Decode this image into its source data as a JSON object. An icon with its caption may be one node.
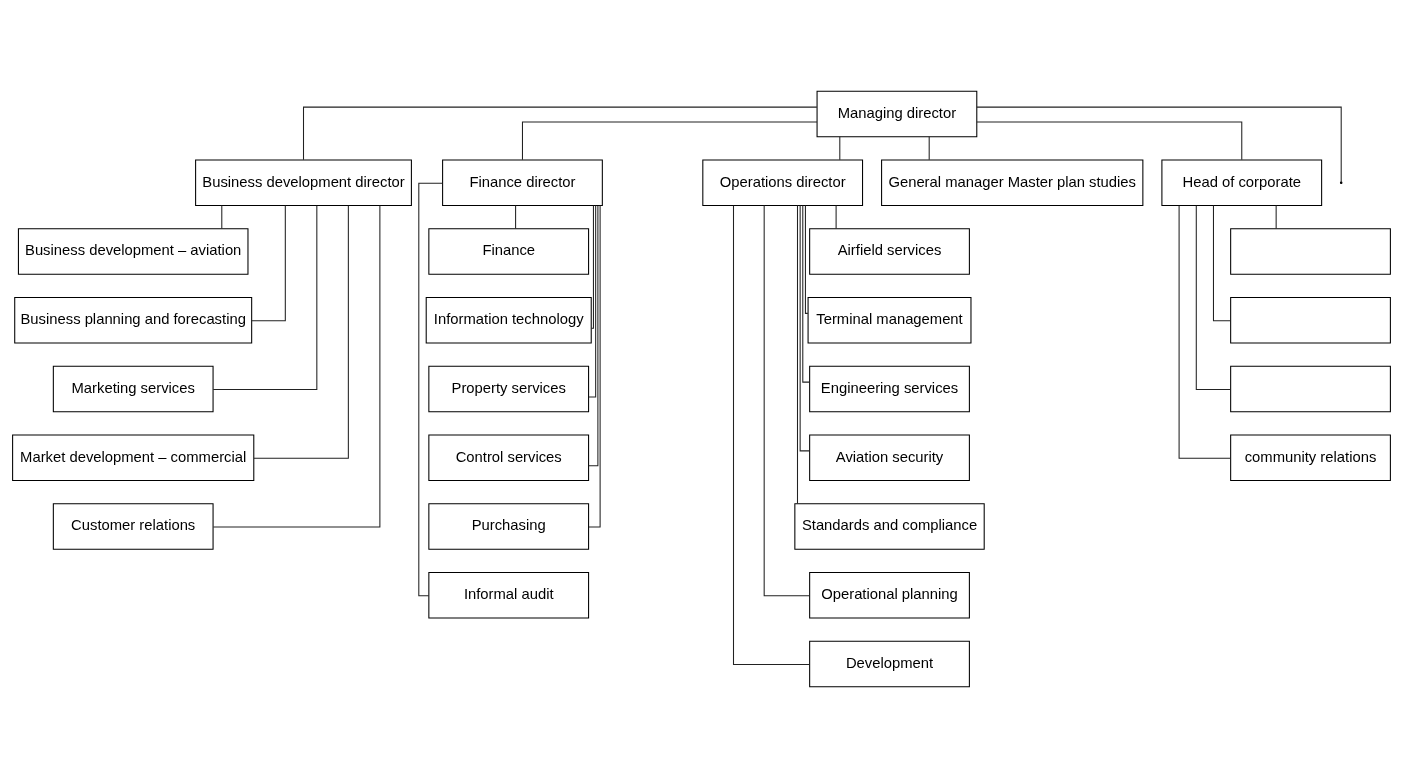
{
  "diagram": {
    "nodes": [
      {
        "text": [
          "Managing director"
        ]
      },
      {
        "text": [
          "Business development director"
        ]
      },
      {
        "text": [
          "Business development – aviation"
        ]
      },
      {
        "text": [
          "Business planning and forecasting"
        ]
      },
      {
        "text": [
          "Marketing services"
        ]
      },
      {
        "text": [
          "Market development – commercial"
        ]
      },
      {
        "text": [
          "Customer relations"
        ]
      },
      {
        "text": [
          "Finance director"
        ]
      },
      {
        "text": [
          "Finance"
        ]
      },
      {
        "text": [
          "Information technology"
        ]
      },
      {
        "text": [
          "Property services"
        ]
      },
      {
        "text": [
          "Control services"
        ]
      },
      {
        "text": [
          "Purchasing"
        ]
      },
      {
        "text": [
          "Informal audit"
        ]
      },
      {
        "text": [
          "Operations director"
        ]
      },
      {
        "text": [
          "Airfield services"
        ]
      },
      {
        "text": [
          "Terminal management"
        ]
      },
      {
        "text": [
          "Engineering services"
        ]
      },
      {
        "text": [
          "Aviation security"
        ]
      },
      {
        "text": [
          "Standards and compliance"
        ]
      },
      {
        "text": [
          "Operational planning"
        ]
      },
      {
        "text": [
          "Development"
        ]
      },
      {
        "text": [
          "General manager Master plan studies"
        ]
      },
      {
        "text": [
          "Head of corporate"
        ]
      },
      {
        "text": [],
        "shape": "box"
      },
      {
        "text": [],
        "shape": "box"
      },
      {
        "text": [],
        "shape": "box"
      },
      {
        "text": [
          "community relations"
        ]
      }
    ],
    "edges": [
      {
        "from": 0,
        "to": 1,
        "arrow": "none"
      },
      {
        "from": 0,
        "to": 7,
        "arrow": "none"
      },
      {
        "from": 0,
        "to": 14,
        "arrow": "none"
      },
      {
        "from": 0,
        "to": 22,
        "arrow": "none"
      },
      {
        "from": 0,
        "to": 23,
        "arrow": "none"
      },
      {
        "from": 0,
        "to": null,
        "arrow": "none"
      },
      {
        "from": 1,
        "to": 2,
        "arrow": "none"
      },
      {
        "from": 1,
        "to": 3,
        "arrow": "none"
      },
      {
        "from": 1,
        "to": 4,
        "arrow": "none"
      },
      {
        "from": 1,
        "to": 5,
        "arrow": "none"
      },
      {
        "from": 1,
        "to": 6,
        "arrow": "none"
      },
      {
        "from": 7,
        "to": 8,
        "arrow": "none"
      },
      {
        "from": 7,
        "to": 9,
        "arrow": "none"
      },
      {
        "from": 7,
        "to": 10,
        "arrow": "none"
      },
      {
        "from": 7,
        "to": 11,
        "arrow": "none"
      },
      {
        "from": 7,
        "to": 12,
        "arrow": "none"
      },
      {
        "from": 7,
        "to": 13,
        "arrow": "none"
      },
      {
        "from": 14,
        "to": 15,
        "arrow": "none"
      },
      {
        "from": 14,
        "to": 16,
        "arrow": "none"
      },
      {
        "from": 14,
        "to": 17,
        "arrow": "none"
      },
      {
        "from": 14,
        "to": 18,
        "arrow": "none"
      },
      {
        "from": 14,
        "to": 19,
        "arrow": "none"
      },
      {
        "from": 14,
        "to": 20,
        "arrow": "none"
      },
      {
        "from": 14,
        "to": 21,
        "arrow": "none"
      },
      {
        "from": 23,
        "to": 24,
        "arrow": "none"
      },
      {
        "from": 23,
        "to": 25,
        "arrow": "none"
      },
      {
        "from": 23,
        "to": 26,
        "arrow": "none"
      },
      {
        "from": 23,
        "to": 27,
        "arrow": "none"
      }
    ]
  }
}
